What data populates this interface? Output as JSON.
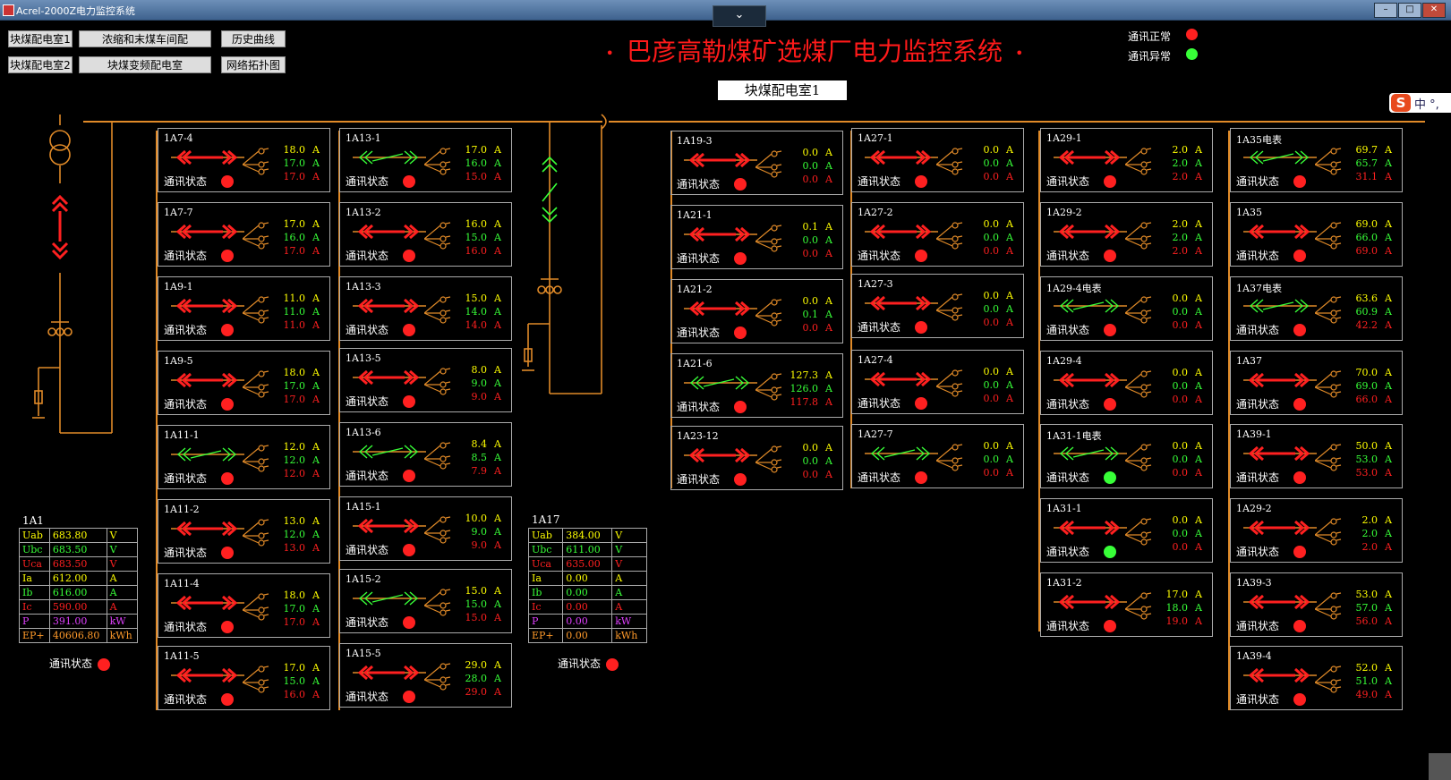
{
  "window": {
    "title": "Acrel-2000Z电力监控系统"
  },
  "nav": {
    "btn1": "块煤配电室1",
    "btn2": "浓缩和末煤车间配",
    "btn3": "历史曲线",
    "btn4": "块煤配电室2",
    "btn5": "块煤变频配电室",
    "btn6": "网络拓扑图"
  },
  "title": "巴彦高勒煤矿选煤厂电力监控系统",
  "title_dot": "•",
  "legend": {
    "normal": "通讯正常",
    "abnormal": "通讯异常"
  },
  "room": "块煤配电室1",
  "ime": {
    "s": "S",
    "text": "中 °,"
  },
  "colors": {
    "red": "#ff2020",
    "green": "#38ff38",
    "yellow": "#ffff00",
    "bus": "#e08a28"
  },
  "units": [
    "A",
    "A",
    "A"
  ],
  "status_label": "通讯状态",
  "panels": [
    {
      "name": "1A7-4",
      "vals": [
        "18.0",
        "17.0",
        "17.0"
      ],
      "sw": "red",
      "led": "red"
    },
    {
      "name": "1A7-7",
      "vals": [
        "17.0",
        "16.0",
        "17.0"
      ],
      "sw": "red",
      "led": "red"
    },
    {
      "name": "1A9-1",
      "vals": [
        "11.0",
        "11.0",
        "11.0"
      ],
      "sw": "red",
      "led": "red"
    },
    {
      "name": "1A9-5",
      "vals": [
        "18.0",
        "17.0",
        "17.0"
      ],
      "sw": "red",
      "led": "red"
    },
    {
      "name": "1A11-1",
      "vals": [
        "12.0",
        "12.0",
        "12.0"
      ],
      "sw": "green",
      "led": "red"
    },
    {
      "name": "1A11-2",
      "vals": [
        "13.0",
        "12.0",
        "13.0"
      ],
      "sw": "red",
      "led": "red"
    },
    {
      "name": "1A11-4",
      "vals": [
        "18.0",
        "17.0",
        "17.0"
      ],
      "sw": "red",
      "led": "red"
    },
    {
      "name": "1A11-5",
      "vals": [
        "17.0",
        "15.0",
        "16.0"
      ],
      "sw": "red",
      "led": "red"
    },
    {
      "name": "1A13-1",
      "vals": [
        "17.0",
        "16.0",
        "15.0"
      ],
      "sw": "green",
      "led": "red"
    },
    {
      "name": "1A13-2",
      "vals": [
        "16.0",
        "15.0",
        "16.0"
      ],
      "sw": "red",
      "led": "red"
    },
    {
      "name": "1A13-3",
      "vals": [
        "15.0",
        "14.0",
        "14.0"
      ],
      "sw": "red",
      "led": "red"
    },
    {
      "name": "1A13-5",
      "vals": [
        "8.0",
        "9.0",
        "9.0"
      ],
      "sw": "red",
      "led": "red"
    },
    {
      "name": "1A13-6",
      "vals": [
        "8.4",
        "8.5",
        "7.9"
      ],
      "sw": "green",
      "led": "red"
    },
    {
      "name": "1A15-1",
      "vals": [
        "10.0",
        "9.0",
        "9.0"
      ],
      "sw": "red",
      "led": "red"
    },
    {
      "name": "1A15-2",
      "vals": [
        "15.0",
        "15.0",
        "15.0"
      ],
      "sw": "green",
      "led": "red"
    },
    {
      "name": "1A15-5",
      "vals": [
        "29.0",
        "28.0",
        "29.0"
      ],
      "sw": "red",
      "led": "red"
    },
    {
      "name": "1A19-3",
      "vals": [
        "0.0",
        "0.0",
        "0.0"
      ],
      "sw": "red",
      "led": "red"
    },
    {
      "name": "1A21-1",
      "vals": [
        "0.1",
        "0.0",
        "0.0"
      ],
      "sw": "red",
      "led": "red"
    },
    {
      "name": "1A21-2",
      "vals": [
        "0.0",
        "0.1",
        "0.0"
      ],
      "sw": "red",
      "led": "red"
    },
    {
      "name": "1A21-6",
      "vals": [
        "127.3",
        "126.0",
        "117.8"
      ],
      "sw": "green",
      "led": "red"
    },
    {
      "name": "1A23-12",
      "vals": [
        "0.0",
        "0.0",
        "0.0"
      ],
      "sw": "red",
      "led": "red"
    },
    {
      "name": "1A27-1",
      "vals": [
        "0.0",
        "0.0",
        "0.0"
      ],
      "sw": "red",
      "led": "red"
    },
    {
      "name": "1A27-2",
      "vals": [
        "0.0",
        "0.0",
        "0.0"
      ],
      "sw": "red",
      "led": "red"
    },
    {
      "name": "1A27-3",
      "vals": [
        "0.0",
        "0.0",
        "0.0"
      ],
      "sw": "red",
      "led": "red"
    },
    {
      "name": "1A27-4",
      "vals": [
        "0.0",
        "0.0",
        "0.0"
      ],
      "sw": "red",
      "led": "red"
    },
    {
      "name": "1A27-7",
      "vals": [
        "0.0",
        "0.0",
        "0.0"
      ],
      "sw": "green",
      "led": "red"
    },
    {
      "name": "1A29-1",
      "vals": [
        "2.0",
        "2.0",
        "2.0"
      ],
      "sw": "red",
      "led": "red"
    },
    {
      "name": "1A29-2",
      "vals": [
        "2.0",
        "2.0",
        "2.0"
      ],
      "sw": "red",
      "led": "red"
    },
    {
      "name": "1A29-4电表",
      "vals": [
        "0.0",
        "0.0",
        "0.0"
      ],
      "sw": "green",
      "led": "red"
    },
    {
      "name": "1A29-4",
      "vals": [
        "0.0",
        "0.0",
        "0.0"
      ],
      "sw": "red",
      "led": "red"
    },
    {
      "name": "1A31-1电表",
      "vals": [
        "0.0",
        "0.0",
        "0.0"
      ],
      "sw": "green",
      "led": "green"
    },
    {
      "name": "1A31-1",
      "vals": [
        "0.0",
        "0.0",
        "0.0"
      ],
      "sw": "red",
      "led": "green"
    },
    {
      "name": "1A31-2",
      "vals": [
        "17.0",
        "18.0",
        "19.0"
      ],
      "sw": "red",
      "led": "red"
    },
    {
      "name": "1A35电表",
      "vals": [
        "69.7",
        "65.7",
        "31.1"
      ],
      "sw": "green",
      "led": "red"
    },
    {
      "name": "1A35",
      "vals": [
        "69.0",
        "66.0",
        "69.0"
      ],
      "sw": "red",
      "led": "red"
    },
    {
      "name": "1A37电表",
      "vals": [
        "63.6",
        "60.9",
        "42.2"
      ],
      "sw": "green",
      "led": "red"
    },
    {
      "name": "1A37",
      "vals": [
        "70.0",
        "69.0",
        "66.0"
      ],
      "sw": "red",
      "led": "red"
    },
    {
      "name": "1A39-1",
      "vals": [
        "50.0",
        "53.0",
        "53.0"
      ],
      "sw": "red",
      "led": "red"
    },
    {
      "name": "1A29-2",
      "vals": [
        "2.0",
        "2.0",
        "2.0"
      ],
      "sw": "red",
      "led": "red"
    },
    {
      "name": "1A39-3",
      "vals": [
        "53.0",
        "57.0",
        "56.0"
      ],
      "sw": "red",
      "led": "red"
    },
    {
      "name": "1A39-4",
      "vals": [
        "52.0",
        "51.0",
        "49.0"
      ],
      "sw": "red",
      "led": "red"
    }
  ],
  "meters": [
    {
      "name": "1A1",
      "rows": [
        {
          "label": "Uab",
          "value": "683.80",
          "unit": "V"
        },
        {
          "label": "Ubc",
          "value": "683.50",
          "unit": "V"
        },
        {
          "label": "Uca",
          "value": "683.50",
          "unit": "V"
        },
        {
          "label": "Ia",
          "value": "612.00",
          "unit": "A"
        },
        {
          "label": "Ib",
          "value": "616.00",
          "unit": "A"
        },
        {
          "label": "Ic",
          "value": "590.00",
          "unit": "A"
        },
        {
          "label": "P",
          "value": "391.00",
          "unit": "kW"
        },
        {
          "label": "EP+",
          "value": "40606.80",
          "unit": "kWh"
        }
      ],
      "status": "通讯状态",
      "led": "red"
    },
    {
      "name": "1A17",
      "rows": [
        {
          "label": "Uab",
          "value": "384.00",
          "unit": "V"
        },
        {
          "label": "Ubc",
          "value": "611.00",
          "unit": "V"
        },
        {
          "label": "Uca",
          "value": "635.00",
          "unit": "V"
        },
        {
          "label": "Ia",
          "value": "0.00",
          "unit": "A"
        },
        {
          "label": "Ib",
          "value": "0.00",
          "unit": "A"
        },
        {
          "label": "Ic",
          "value": "0.00",
          "unit": "A"
        },
        {
          "label": "P",
          "value": "0.00",
          "unit": "kW"
        },
        {
          "label": "EP+",
          "value": "0.00",
          "unit": "kWh"
        }
      ],
      "status": "通讯状态",
      "led": "red"
    }
  ]
}
